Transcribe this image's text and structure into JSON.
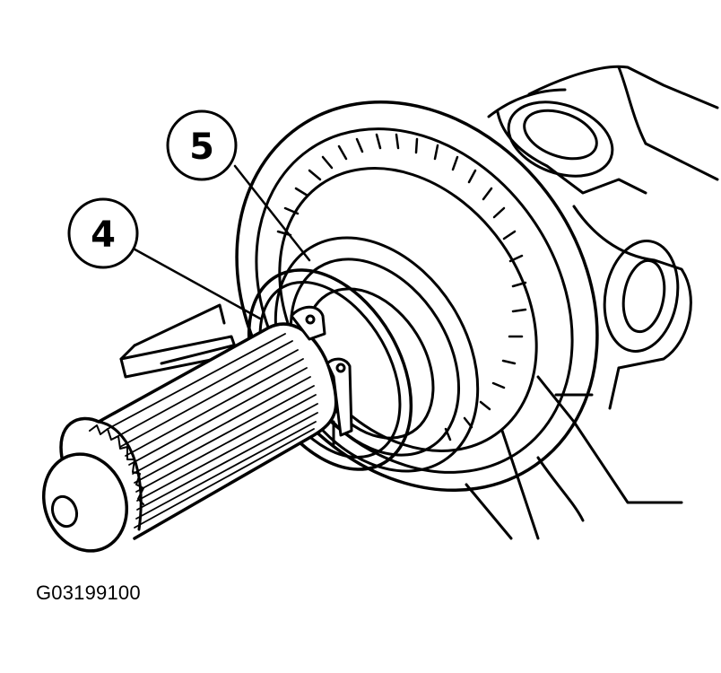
{
  "figure": {
    "code": "G03199100",
    "callouts": [
      {
        "id": "callout-4",
        "number": "4"
      },
      {
        "id": "callout-5",
        "number": "5"
      }
    ]
  },
  "colors": {
    "ink": "#000000",
    "paper": "#ffffff"
  }
}
